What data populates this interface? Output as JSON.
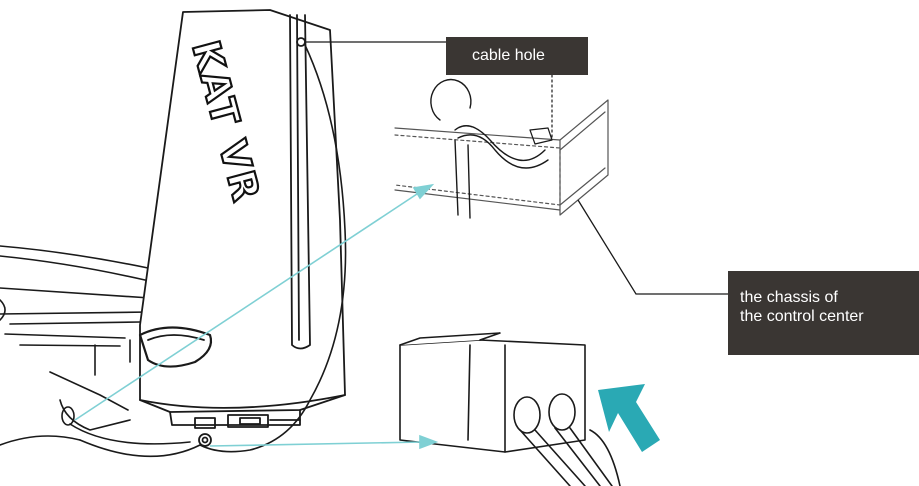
{
  "brand_text": "KAT VR",
  "labels": {
    "cable_hole": "cable hole",
    "chassis_line1": "the chassis of",
    "chassis_line2": "the control center"
  },
  "colors": {
    "arrow": "#2aa9b4",
    "connector_line": "#7fd0d4",
    "label_background": "#3a3633",
    "line_art": "#1a1a1a"
  }
}
